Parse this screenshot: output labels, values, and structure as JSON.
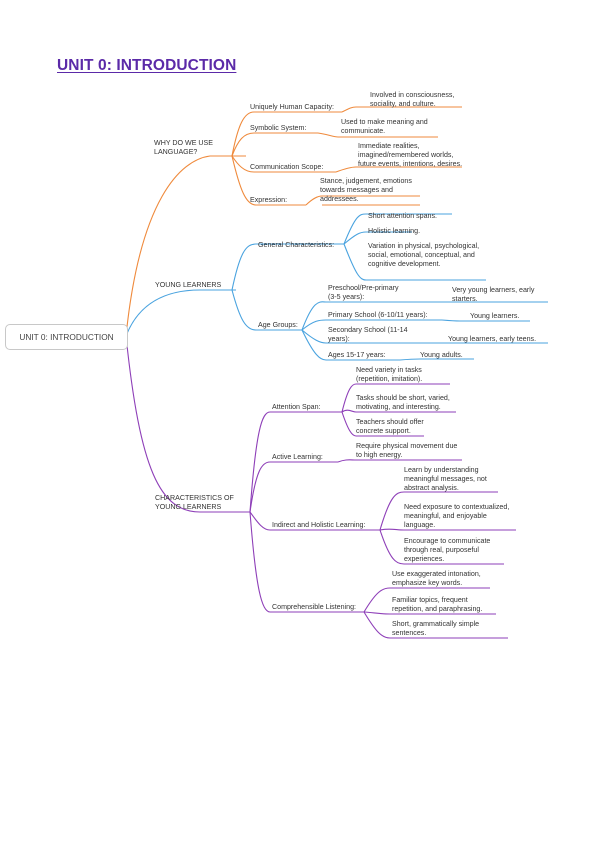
{
  "title": "UNIT 0: INTRODUCTION",
  "root": "UNIT 0: INTRODUCTION",
  "colors": {
    "title": "#5b2aa8",
    "orange": "#ef8a3c",
    "blue": "#4aa3df",
    "purple": "#8e3fb8"
  },
  "why": {
    "label": "WHY DO WE USE LANGUAGE?",
    "items": [
      {
        "label": "Uniquely Human Capacity:",
        "detail": "Involved in consciousness, sociality, and culture."
      },
      {
        "label": "Symbolic System:",
        "detail": "Used to make meaning and communicate."
      },
      {
        "label": "Communication Scope:",
        "detail": "Immediate realities, imagined/remembered worlds, future events, intentions, desires."
      },
      {
        "label": "Expression:",
        "detail": "Stance, judgement, emotions towards messages and addressees."
      }
    ]
  },
  "young": {
    "label": "YOUNG LEARNERS",
    "general": {
      "label": "General Characteristics:",
      "items": [
        "Short attention spans.",
        "Holistic learning.",
        "Variation in physical, psychological, social, emotional, conceptual, and cognitive development."
      ]
    },
    "age": {
      "label": "Age Groups:",
      "items": [
        {
          "label": "Preschool/Pre-primary (3-5 years):",
          "detail": "Very young learners, early starters."
        },
        {
          "label": "Primary School (6-10/11 years):",
          "detail": "Young learners."
        },
        {
          "label": "Secondary School (11-14 years):",
          "detail": "Young learners, early teens."
        },
        {
          "label": "Ages 15-17 years:",
          "detail": "Young adults."
        }
      ]
    }
  },
  "chars": {
    "label": "CHARACTERISTICS OF YOUNG LEARNERS",
    "attention": {
      "label": "Attention Span:",
      "items": [
        "Need variety in tasks (repetition, imitation).",
        "Tasks should be short, varied, motivating, and interesting.",
        "Teachers should offer concrete support."
      ]
    },
    "active": {
      "label": "Active Learning:",
      "detail": "Require physical movement due to high energy."
    },
    "indirect": {
      "label": "Indirect and Holistic Learning:",
      "items": [
        "Learn by understanding meaningful messages, not abstract analysis.",
        "Need exposure to contextualized, meaningful, and enjoyable language.",
        "Encourage to communicate through real, purposeful experiences."
      ]
    },
    "comp": {
      "label": "Comprehensible Listening:",
      "items": [
        "Use exaggerated intonation, emphasize key words.",
        "Familiar topics, frequent repetition, and paraphrasing.",
        "Short, grammatically simple sentences."
      ]
    }
  }
}
